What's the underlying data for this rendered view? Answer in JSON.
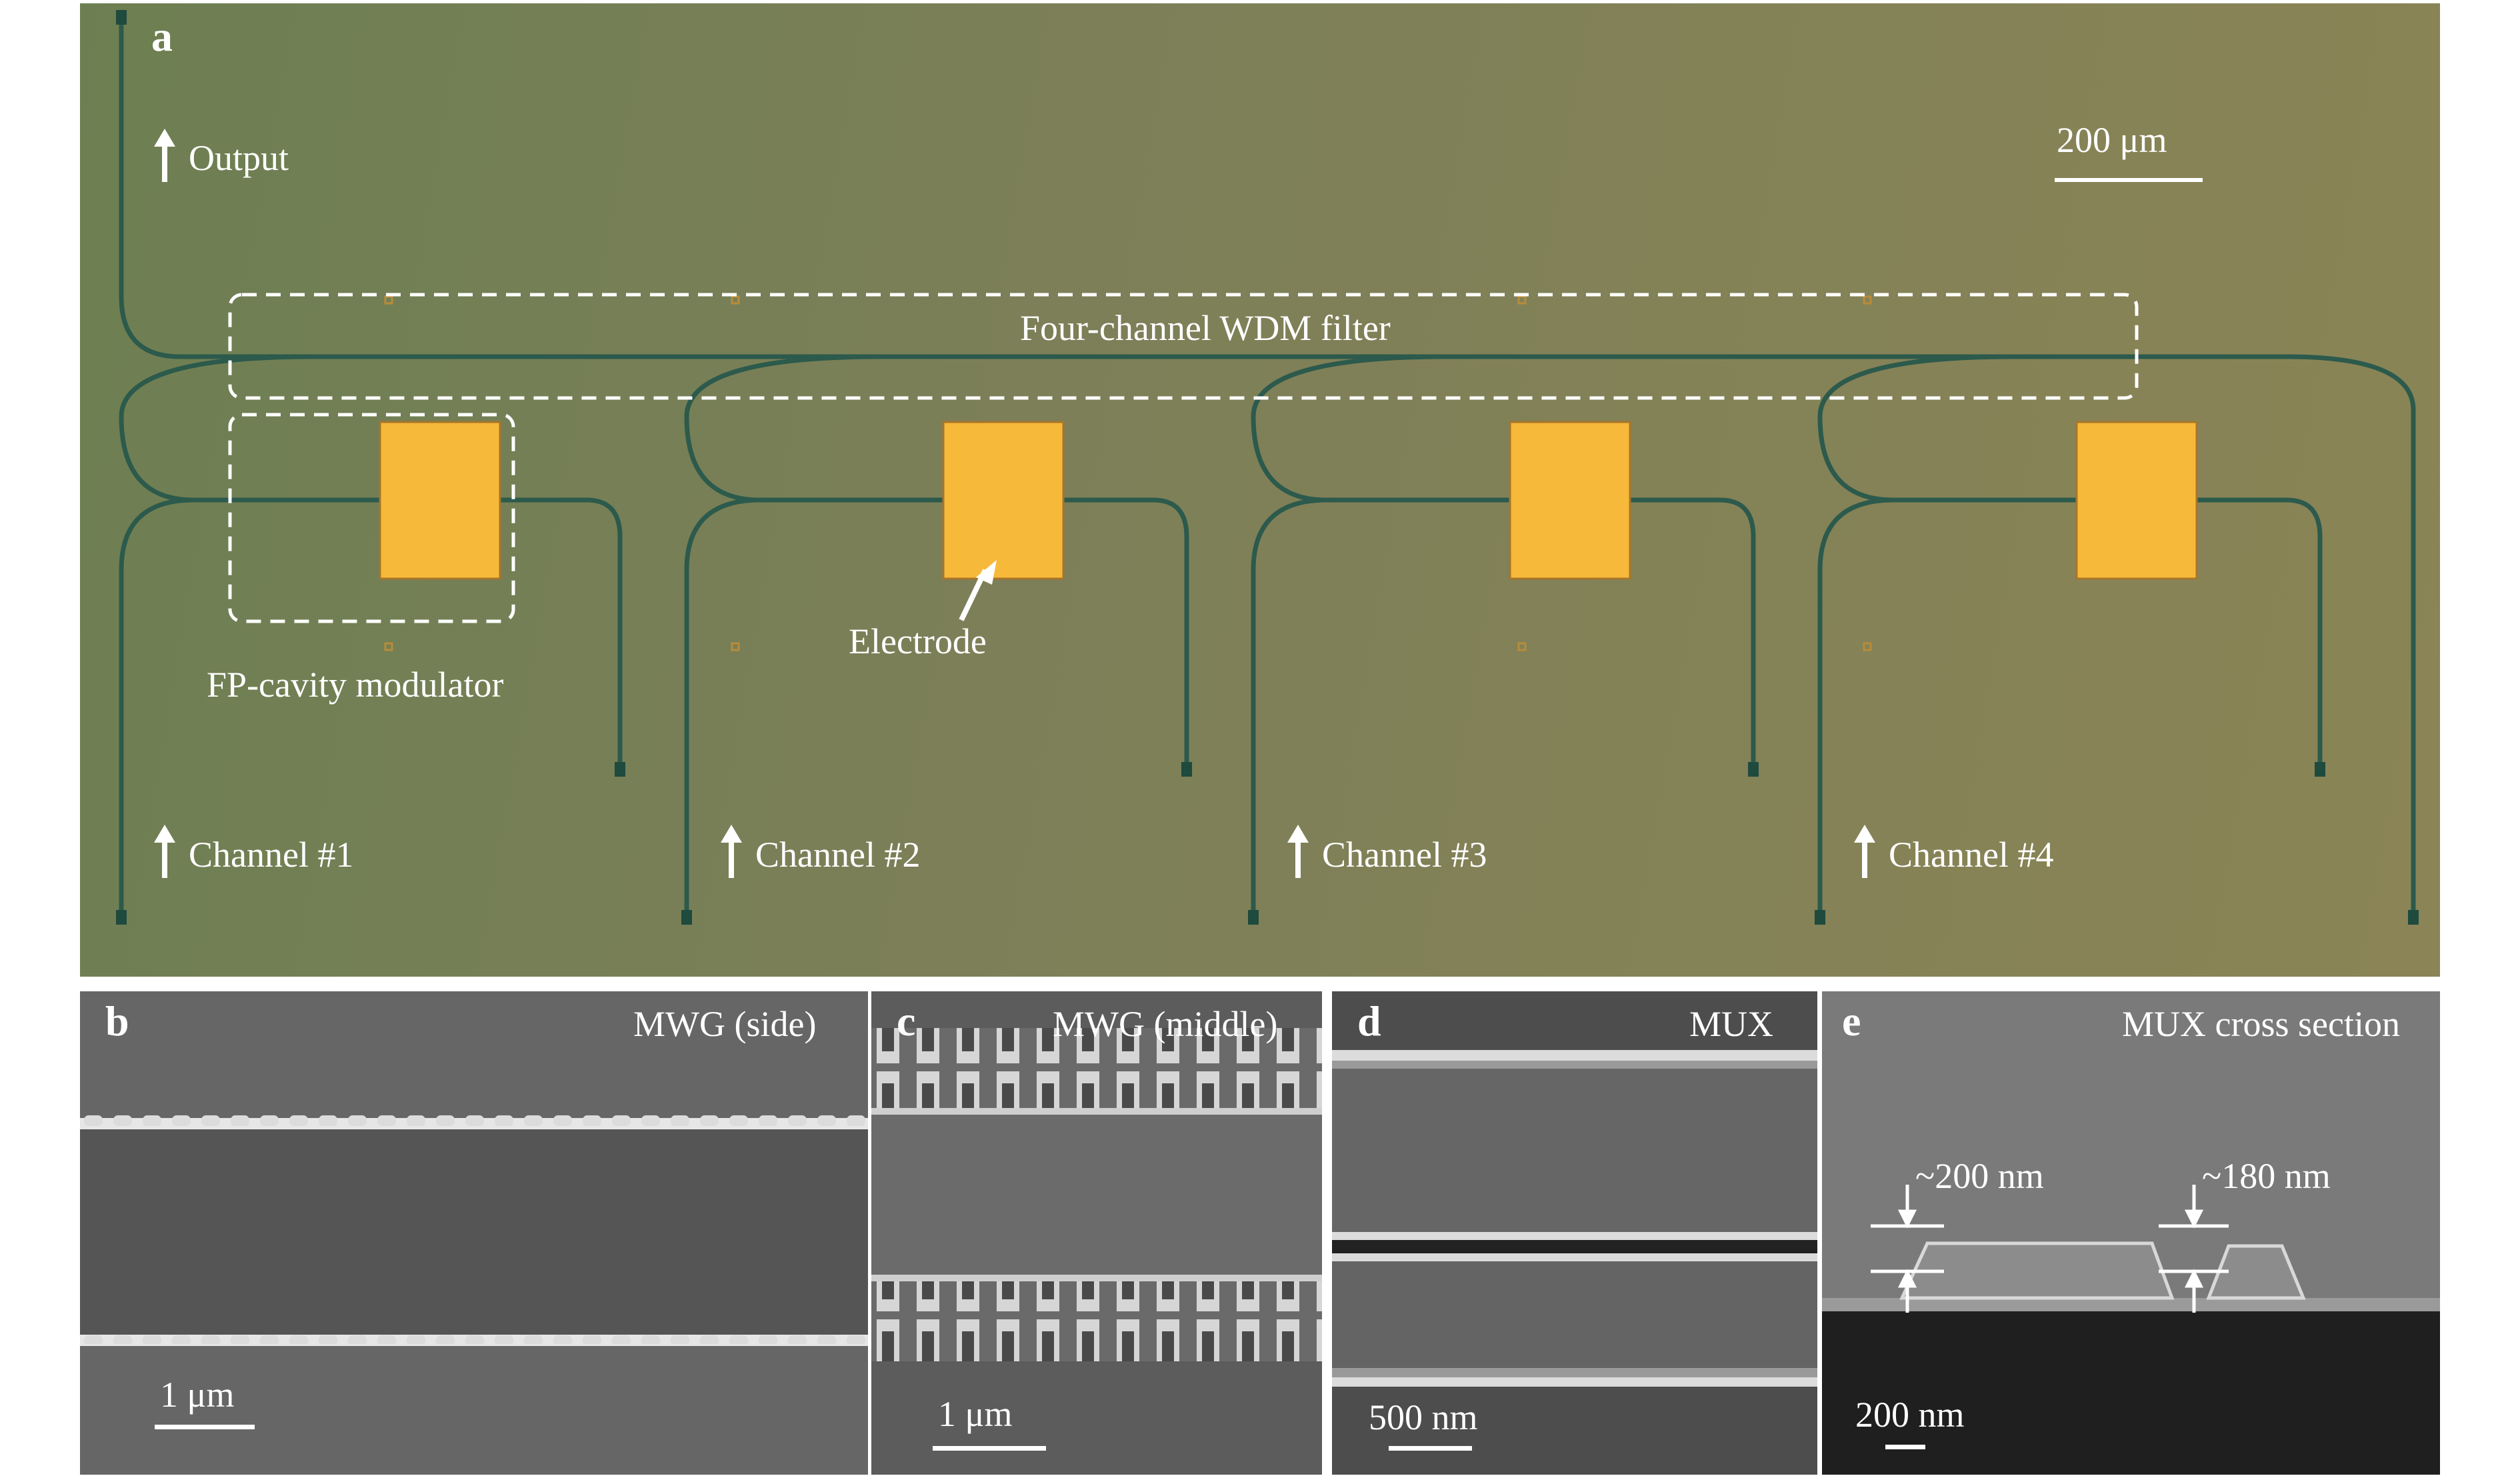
{
  "panel_a": {
    "label": "a",
    "scale_bar": "200 μm",
    "output_label": "Output",
    "filter_label": "Four-channel WDM filter",
    "modulator_label": "FP-cavity modulator",
    "electrode_label": "Electrode",
    "channels": [
      "Channel #1",
      "Channel #2",
      "Channel #3",
      "Channel #4"
    ]
  },
  "panel_b": {
    "label": "b",
    "title": "MWG (side)",
    "scale_bar": "1 μm"
  },
  "panel_c": {
    "label": "c",
    "title": "MWG (middle)",
    "scale_bar": "1 μm"
  },
  "panel_d": {
    "label": "d",
    "title": "MUX",
    "scale_bar": "500 nm"
  },
  "panel_e": {
    "label": "e",
    "title": "MUX cross section",
    "annotation_1": "~200 nm",
    "annotation_2": "~180 nm",
    "scale_bar": "200 nm"
  },
  "colors": {
    "chip_background": "#7c7f58",
    "waveguide": "#2c5a4c",
    "electrode_pad": "#f6b93a",
    "sem_gray": "#5e5e5e"
  }
}
